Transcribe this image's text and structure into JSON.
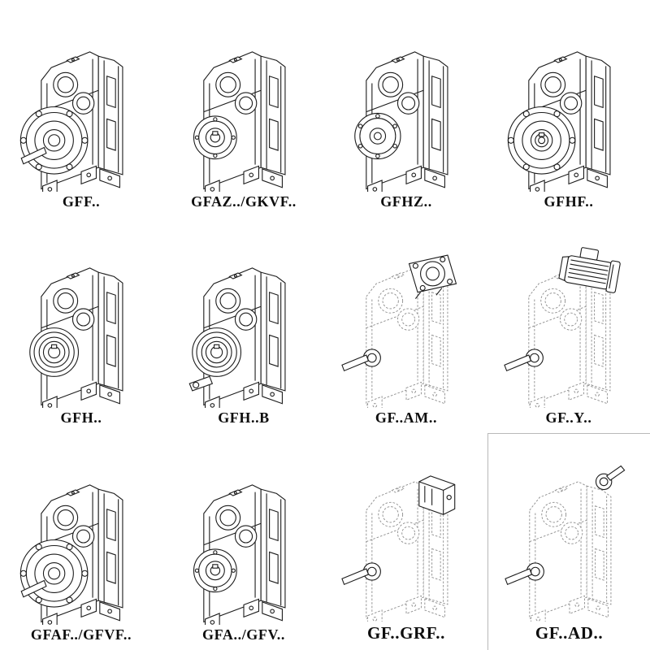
{
  "catalog": {
    "items": [
      {
        "label": "GFF..",
        "drawing": "gearbox-foot-flange-solid-shaft"
      },
      {
        "label": "GFAZ../GKVF..",
        "drawing": "gearbox-hollow-shaft-boss"
      },
      {
        "label": "GFHZ..",
        "drawing": "gearbox-hollow-shaft-cover"
      },
      {
        "label": "GFHF..",
        "drawing": "gearbox-flange-hollow-shaft"
      },
      {
        "label": "GFH..",
        "drawing": "gearbox-hollow-shaft-bearing"
      },
      {
        "label": "GFH..B",
        "drawing": "gearbox-hollow-shaft-torque-arm"
      },
      {
        "label": "GF..AM..",
        "drawing": "gearbox-phantom-iec-adapter-flange"
      },
      {
        "label": "GF..Y..",
        "drawing": "gearbox-phantom-mounted-motor"
      },
      {
        "label": "GFAF../GFVF..",
        "drawing": "gearbox-foot-flange-solid-shaft"
      },
      {
        "label": "GFA../GFV..",
        "drawing": "gearbox-hollow-shaft-boss"
      },
      {
        "label": "GF..GRF..",
        "drawing": "gearbox-phantom-adapter-box"
      },
      {
        "label": "GF..AD..",
        "drawing": "gearbox-phantom-input-shaft"
      }
    ]
  }
}
